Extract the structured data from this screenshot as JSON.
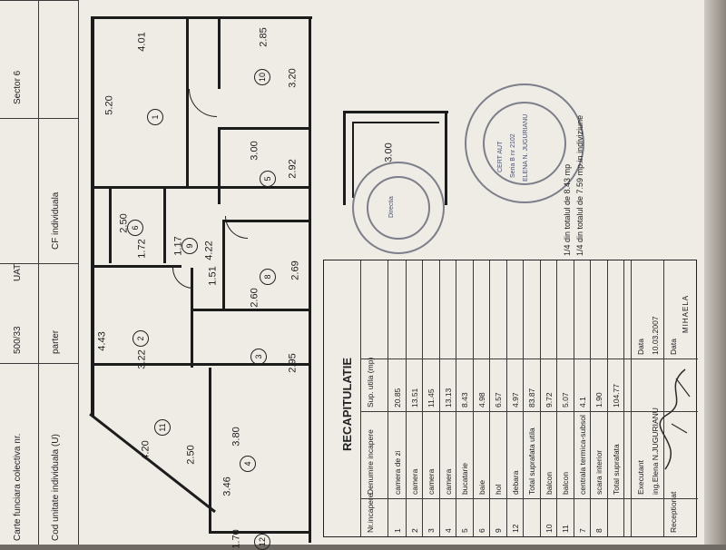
{
  "header": {
    "carte_label": "Carte funciara colectiva nr.",
    "carte_value": "500/33",
    "uat_label": "UAT",
    "sector_label": "Sector 6",
    "cod_label": "Cod unitate individuala (U)",
    "cod_value": "parter",
    "cf_label": "CF individuala"
  },
  "plan": {
    "dims": [
      "4.01",
      "2.85",
      "5.20",
      "3.20",
      "3.00",
      "2.92",
      "2.50",
      "1.72",
      "1.17",
      "4.22",
      "2.69",
      "1.51",
      "2.60",
      "4.43",
      "3.22",
      "2.95",
      "4.20",
      "2.50",
      "3.80",
      "3.46",
      "1.70",
      "3.00"
    ],
    "room_numbers": [
      "1",
      "10",
      "5",
      "6",
      "9",
      "8",
      "2",
      "3",
      "11",
      "4",
      "12"
    ]
  },
  "recap": {
    "title": "RECAPITULATIE",
    "col_nr": "Nr.incapere",
    "col_den": "Denumire incapere",
    "col_sup": "Sup. utila (mp)",
    "rows": [
      {
        "nr": "1",
        "den": "camera de zi",
        "sup": "20.85"
      },
      {
        "nr": "2",
        "den": "camera",
        "sup": "13.51"
      },
      {
        "nr": "3",
        "den": "camera",
        "sup": "11.45"
      },
      {
        "nr": "4",
        "den": "camera",
        "sup": "13.13"
      },
      {
        "nr": "5",
        "den": "bucatarie",
        "sup": "8.43"
      },
      {
        "nr": "6",
        "den": "baie",
        "sup": "4.98"
      },
      {
        "nr": "9",
        "den": "hol",
        "sup": "6.57"
      },
      {
        "nr": "12",
        "den": "debara",
        "sup": "4.97"
      },
      {
        "nr": "",
        "den": "Total suprafata utila",
        "sup": "83.87"
      },
      {
        "nr": "10",
        "den": "balcon",
        "sup": "9.72"
      },
      {
        "nr": "11",
        "den": "balcon",
        "sup": "5.07"
      },
      {
        "nr": "7",
        "den": "centrala termica-subsol",
        "sup": "4.1"
      },
      {
        "nr": "8",
        "den": "scara interior",
        "sup": "1.90"
      },
      {
        "nr": "",
        "den": "Total suprafata",
        "sup": "104.77"
      }
    ],
    "executant_label": "Executant",
    "data_label": "Data",
    "executant_name": "ing.Elena N.JUGURIANU",
    "executant_date": "10.03.2007",
    "receptionat_label": "Receptionat",
    "receptionat_data": "Data",
    "signature_name": "MIHAELA"
  },
  "notes": {
    "note1": "1/4 din totalul de 8.43 mp",
    "note2": "1/4 din totalul de 7.59 mp.in indiviziune"
  },
  "stamps": {
    "left_text": "Directia",
    "right_text1": "CERT AUT",
    "right_text2": "Seria B nr 2102",
    "right_text3": "ELENA N. JUGURIANU"
  }
}
